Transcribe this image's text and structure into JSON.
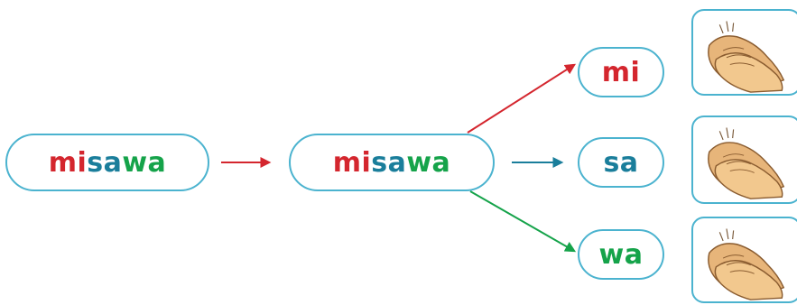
{
  "source_word": {
    "segments": [
      {
        "text": "mi",
        "color": "#d4262e"
      },
      {
        "text": "sa",
        "color": "#1a7e9b"
      },
      {
        "text": "wa",
        "color": "#15a34a"
      }
    ]
  },
  "split_word": {
    "segments": [
      {
        "text": "mi",
        "color": "#d4262e"
      },
      {
        "text": "sa",
        "color": "#1a7e9b"
      },
      {
        "text": "wa",
        "color": "#15a34a"
      }
    ]
  },
  "syllables": [
    {
      "text": "mi",
      "color": "#d4262e"
    },
    {
      "text": "sa",
      "color": "#1a7e9b"
    },
    {
      "text": "wa",
      "color": "#15a34a"
    }
  ],
  "icons": {
    "clap": "clapping-hands-icon"
  },
  "colors": {
    "border": "#4bb3cf",
    "arrow_main": "#d4262e",
    "arrow_mi": "#d4262e",
    "arrow_sa": "#1a7e9b",
    "arrow_wa": "#15a34a"
  }
}
